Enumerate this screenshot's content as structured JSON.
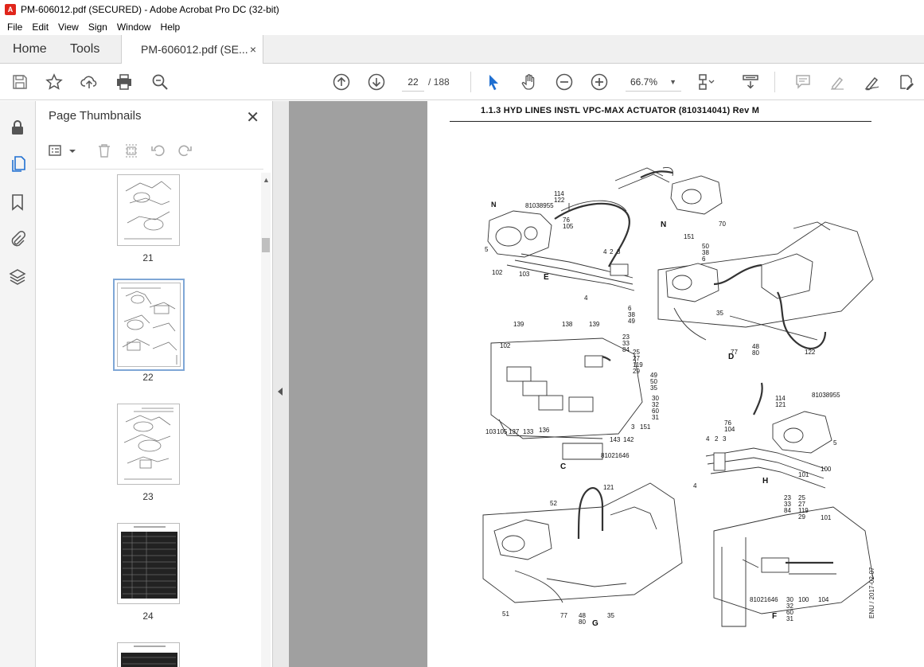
{
  "window": {
    "title": "PM-606012.pdf (SECURED) - Adobe Acrobat Pro DC (32-bit)",
    "icon": "acrobat-icon"
  },
  "menu": [
    "File",
    "Edit",
    "View",
    "Sign",
    "Window",
    "Help"
  ],
  "tabs": {
    "home": "Home",
    "tools": "Tools",
    "document": "PM-606012.pdf (SE...",
    "close": "×"
  },
  "toolbar": {
    "current_page": "22",
    "page_total": "/ 188",
    "zoom": "66.7%",
    "icons": [
      "save-icon",
      "star-icon",
      "upload-icon",
      "print-icon",
      "search-zoom-icon",
      "page-up-icon",
      "page-down-icon",
      "select-arrow-icon",
      "hand-icon",
      "zoom-out-icon",
      "zoom-in-icon",
      "fit-page-icon",
      "read-mode-icon",
      "comment-icon",
      "highlight-icon",
      "sign-icon",
      "edit-pdf-icon"
    ]
  },
  "leftrail": {
    "icons": [
      "lock-icon",
      "page-thumbnails-icon",
      "bookmark-icon",
      "attachment-icon",
      "layers-icon"
    ]
  },
  "thumbnails": {
    "title": "Page Thumbnails",
    "close": "✕",
    "pages": [
      {
        "number": "21",
        "selected": false
      },
      {
        "number": "22",
        "selected": true
      },
      {
        "number": "23",
        "selected": false
      },
      {
        "number": "24",
        "selected": false
      }
    ]
  },
  "document": {
    "heading": "1.1.3 HYD LINES INSTL VPC-MAX ACTUATOR (810314041) Rev M",
    "side_note": "ENU / 2017-02-07",
    "views": [
      "N",
      "E",
      "D",
      "C",
      "H",
      "G",
      "F"
    ],
    "callouts": {
      "eTop": [
        "N",
        "81038955",
        "114",
        "122",
        "76",
        "105",
        "5",
        "4",
        "2",
        "3",
        "102",
        "103",
        "4"
      ],
      "nTop": [
        "70",
        "151"
      ],
      "dView": [
        "50",
        "38",
        "6",
        "6",
        "38",
        "49",
        "35",
        "48",
        "80",
        "77",
        "122"
      ],
      "cView": [
        "139",
        "138",
        "139",
        "102",
        "23",
        "33",
        "84",
        "25",
        "27",
        "119",
        "29",
        "49",
        "50",
        "35",
        "30",
        "32",
        "60",
        "31",
        "103",
        "105",
        "137",
        "133",
        "136",
        "3",
        "143",
        "142",
        "151",
        "81021646"
      ],
      "hView": [
        "114",
        "121",
        "81038955",
        "76",
        "104",
        "4",
        "2",
        "3",
        "5",
        "4",
        "101",
        "100"
      ],
      "gView": [
        "121",
        "52",
        "51",
        "77",
        "48",
        "80",
        "35"
      ],
      "fView": [
        "23",
        "33",
        "84",
        "25",
        "27",
        "119",
        "29",
        "101",
        "81021646",
        "30",
        "32",
        "60",
        "31",
        "100",
        "104"
      ]
    }
  }
}
